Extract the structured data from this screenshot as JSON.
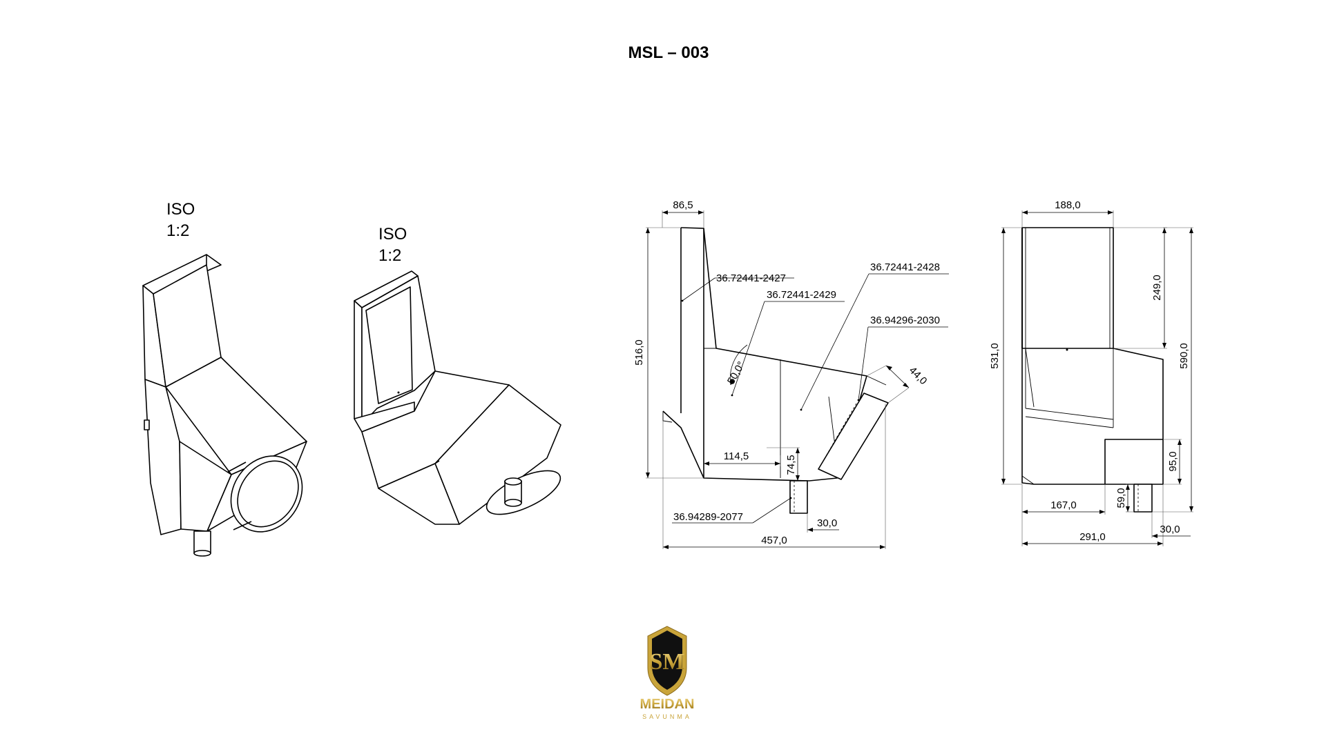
{
  "title": "MSL – 003",
  "iso_views": [
    {
      "label": "ISO",
      "scale": "1:2"
    },
    {
      "label": "ISO",
      "scale": "1:2"
    }
  ],
  "side_view": {
    "dimensions": {
      "top_width": "86,5",
      "height": "516,0",
      "angle": "50,0°",
      "chamfer": "44,0",
      "spigot_offset": "114,5",
      "spigot_height": "74,5",
      "spigot_width": "30,0",
      "overall_width": "457,0"
    },
    "part_numbers": {
      "p2427": "36.72441-2427",
      "p2429": "36.72441-2429",
      "p2428": "36.72441-2428",
      "p2030": "36.94296-2030",
      "p2077": "36.94289-2077"
    }
  },
  "front_view": {
    "dimensions": {
      "top_width": "188,0",
      "upper_height": "249,0",
      "height_left": "531,0",
      "height_right": "590,0",
      "step_height": "95,0",
      "spigot_height": "59,0",
      "spigot_offset": "167,0",
      "overall_width": "291,0",
      "spigot_width": "30,0"
    }
  },
  "logo": {
    "monogram": "SM",
    "name": "MEIDAN",
    "tagline": "SAVUNMA",
    "colors": {
      "gold": "#c9a43a",
      "gold_light": "#f0d889",
      "shield": "#101010"
    }
  }
}
